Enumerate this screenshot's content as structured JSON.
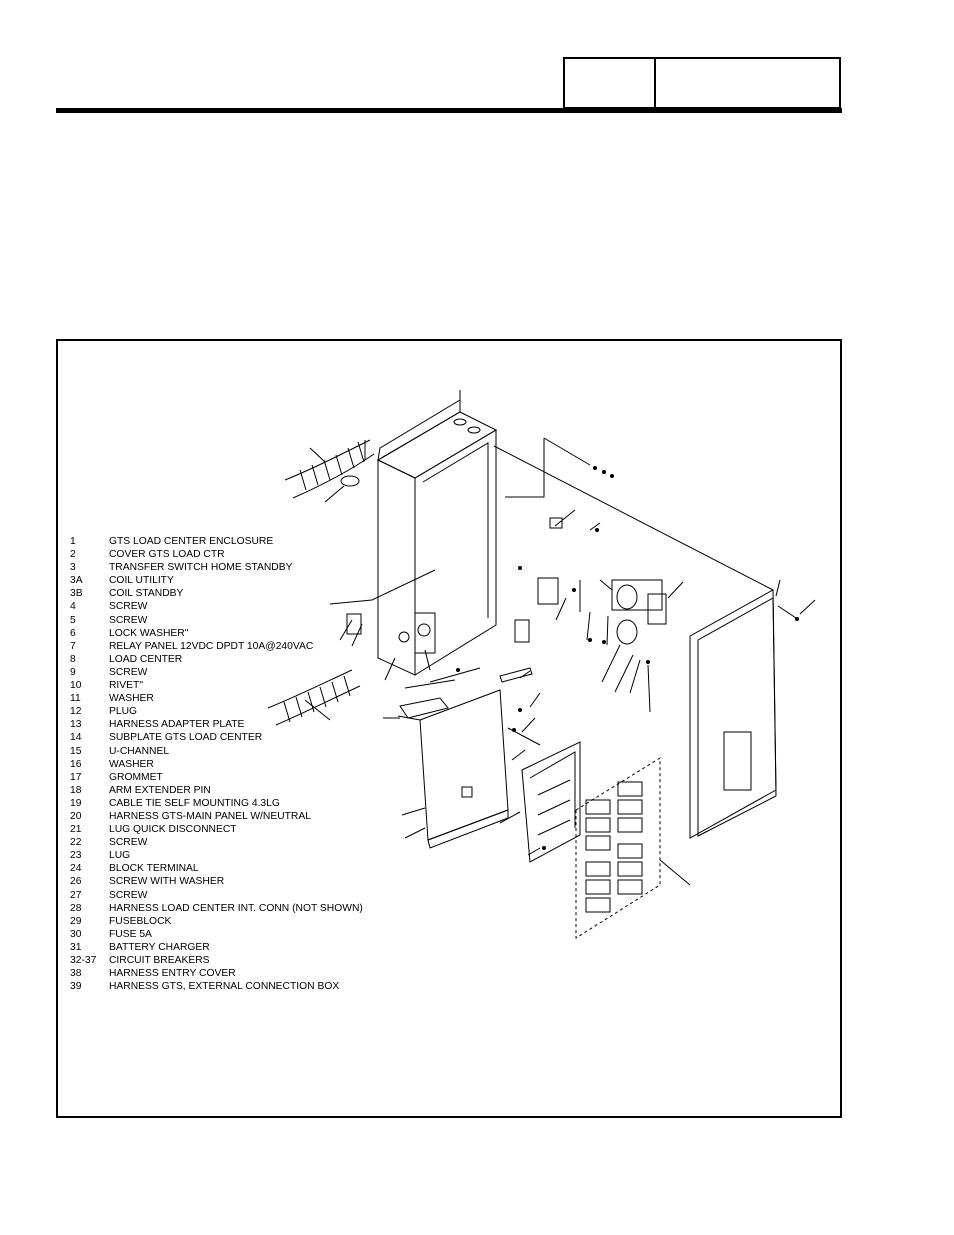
{
  "header": {
    "box_a": "",
    "box_b": ""
  },
  "parts": [
    {
      "num": "1",
      "desc": "GTS LOAD CENTER ENCLOSURE"
    },
    {
      "num": "2",
      "desc": "COVER GTS LOAD CTR"
    },
    {
      "num": "3",
      "desc": "TRANSFER SWITCH HOME STANDBY"
    },
    {
      "num": "3A",
      "desc": "COIL UTILITY"
    },
    {
      "num": "3B",
      "desc": "COIL STANDBY"
    },
    {
      "num": "4",
      "desc": "SCREW"
    },
    {
      "num": "5",
      "desc": "SCREW"
    },
    {
      "num": "6",
      "desc": "LOCK WASHER\""
    },
    {
      "num": "7",
      "desc": "RELAY PANEL 12VDC DPDT 10A@240VAC"
    },
    {
      "num": "8",
      "desc": "LOAD CENTER"
    },
    {
      "num": "9",
      "desc": "SCREW"
    },
    {
      "num": "10",
      "desc": "RIVET\""
    },
    {
      "num": "11",
      "desc": "WASHER"
    },
    {
      "num": "12",
      "desc": "PLUG"
    },
    {
      "num": "13",
      "desc": "HARNESS ADAPTER PLATE"
    },
    {
      "num": "14",
      "desc": "SUBPLATE GTS LOAD CENTER"
    },
    {
      "num": "15",
      "desc": "U-CHANNEL"
    },
    {
      "num": "16",
      "desc": "WASHER"
    },
    {
      "num": "17",
      "desc": "GROMMET"
    },
    {
      "num": "18",
      "desc": "ARM EXTENDER PIN"
    },
    {
      "num": "19",
      "desc": "CABLE TIE SELF MOUNTING 4.3LG"
    },
    {
      "num": "20",
      "desc": "HARNESS GTS-MAIN PANEL W/NEUTRAL"
    },
    {
      "num": "21",
      "desc": "LUG QUICK DISCONNECT"
    },
    {
      "num": "22",
      "desc": "SCREW"
    },
    {
      "num": "23",
      "desc": "LUG"
    },
    {
      "num": "24",
      "desc": "BLOCK TERMINAL"
    },
    {
      "num": "26",
      "desc": "SCREW WITH WASHER"
    },
    {
      "num": "27",
      "desc": "SCREW"
    },
    {
      "num": "28",
      "desc": "HARNESS LOAD CENTER INT. CONN (NOT SHOWN)"
    },
    {
      "num": "29",
      "desc": "FUSEBLOCK"
    },
    {
      "num": "30",
      "desc": "FUSE 5A"
    },
    {
      "num": "31",
      "desc": "BATTERY CHARGER"
    },
    {
      "num": "32-37",
      "desc": "CIRCUIT BREAKERS"
    },
    {
      "num": "38",
      "desc": "HARNESS ENTRY COVER"
    },
    {
      "num": "39",
      "desc": "HARNESS GTS, EXTERNAL CONNECTION BOX"
    }
  ]
}
